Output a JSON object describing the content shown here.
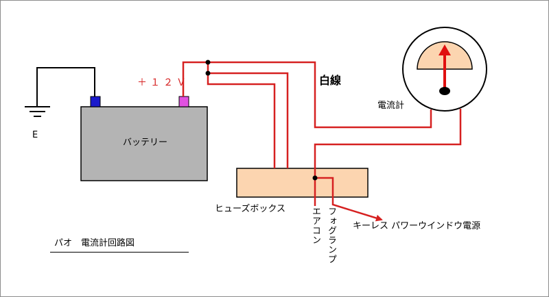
{
  "labels": {
    "ground": "E",
    "battery": "バッテリー",
    "voltage": "＋１２Ｖ",
    "white_wire": "白線",
    "ammeter": "電流計",
    "fuse_box": "ヒューズボックス",
    "aircon": "エアコン",
    "fog_lamp": "フォグランプ",
    "keyless_power_window": "キーレス パワーウインドウ電源",
    "title": "パオ　電流計回路図"
  },
  "colors": {
    "wire_red": "#d62020",
    "wire_black": "#000000",
    "battery_body": "#b4b4b4",
    "negative_terminal": "#1a1acc",
    "positive_terminal": "#e052e0",
    "fuse_box": "#fcd5b0",
    "gauge_face": "#fcd5b0",
    "needle": "#e01010"
  }
}
